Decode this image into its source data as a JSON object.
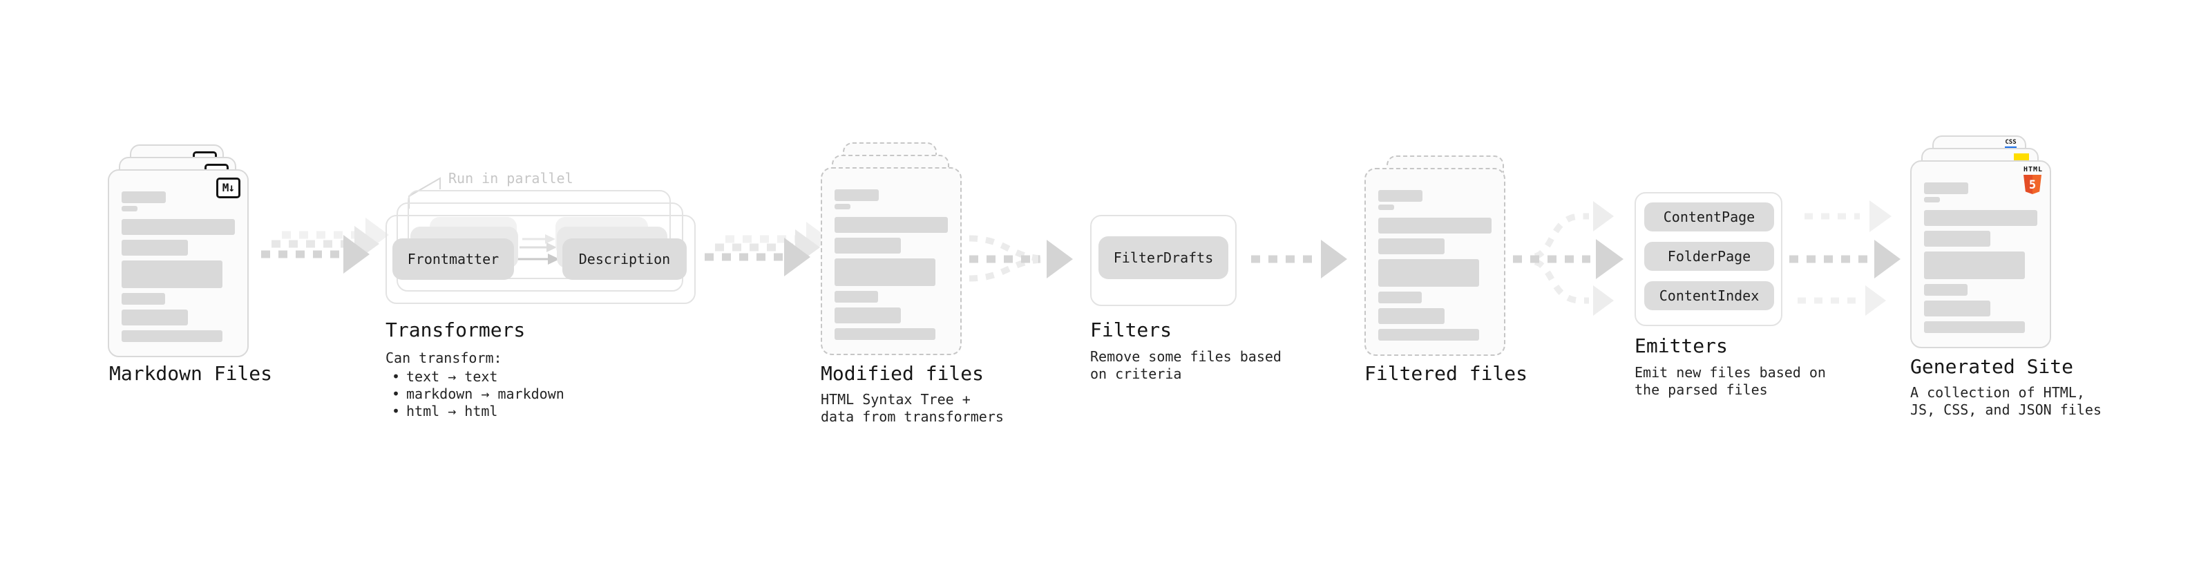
{
  "diagram": {
    "sections": {
      "markdown_files": {
        "title": "Markdown Files",
        "file_badge": "M↓"
      },
      "transformers": {
        "annotation": "Run in parallel",
        "node_a": "Frontmatter",
        "node_b": "Description",
        "title": "Transformers",
        "subtitle": "Can transform:",
        "bullets": [
          "text → text",
          "markdown → markdown",
          "html → html"
        ]
      },
      "modified_files": {
        "title": "Modified files",
        "description": [
          "HTML Syntax Tree +",
          "data from transformers"
        ]
      },
      "filters": {
        "title": "Filters",
        "node": "FilterDrafts",
        "description": [
          "Remove some files based",
          "on criteria"
        ]
      },
      "filtered_files": {
        "title": "Filtered files"
      },
      "emitters": {
        "title": "Emitters",
        "nodes": [
          "ContentPage",
          "FolderPage",
          "ContentIndex"
        ],
        "description": [
          "Emit new files based on",
          "the parsed files"
        ]
      },
      "generated_site": {
        "title": "Generated Site",
        "description": [
          "A collection of HTML,",
          "JS, CSS, and JSON files"
        ],
        "badges": {
          "html5_label": "HTML",
          "html5_number": "5",
          "css_label": "CSS"
        }
      }
    },
    "colors": {
      "arrow_main": "#d4d4d4",
      "arrow_echo": "#e7e7e7",
      "arrow_faint": "#f1f1f1",
      "bar_fill": "#d9d9d9",
      "pill_fill": "#dcdcdc",
      "frame_border": "#e3e3e3",
      "file_border": "#d9d9d9",
      "dashed_border": "#c6c6c6",
      "html5_orange": "#e44d26",
      "js_yellow": "#ffdd00",
      "css_blue": "#1a6ee8"
    }
  }
}
